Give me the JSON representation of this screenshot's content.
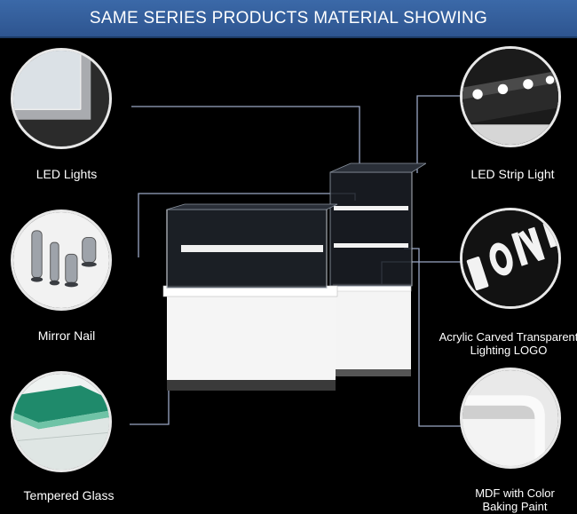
{
  "header": {
    "title": "SAME SERIES PRODUCTS MATERIAL SHOWING",
    "color": "#3563a0"
  },
  "features": {
    "led_lights": "LED Lights",
    "mirror_nail": "Mirror Nail",
    "tempered_glass": "Tempered Glass",
    "led_strip_light": "LED Strip Light",
    "acrylic_logo_line1": "Acrylic Carved Transparent",
    "acrylic_logo_line2": "Lighting LOGO",
    "mdf_line1": "MDF with Color",
    "mdf_line2": "Baking Paint"
  },
  "icons": {
    "led_lights": "frame-corner-icon",
    "mirror_nail": "mirror-nail-icon",
    "tempered_glass": "glass-pane-icon",
    "led_strip_light": "led-strip-icon",
    "acrylic_logo": "logo-letters-icon",
    "mdf": "mdf-corner-icon"
  }
}
